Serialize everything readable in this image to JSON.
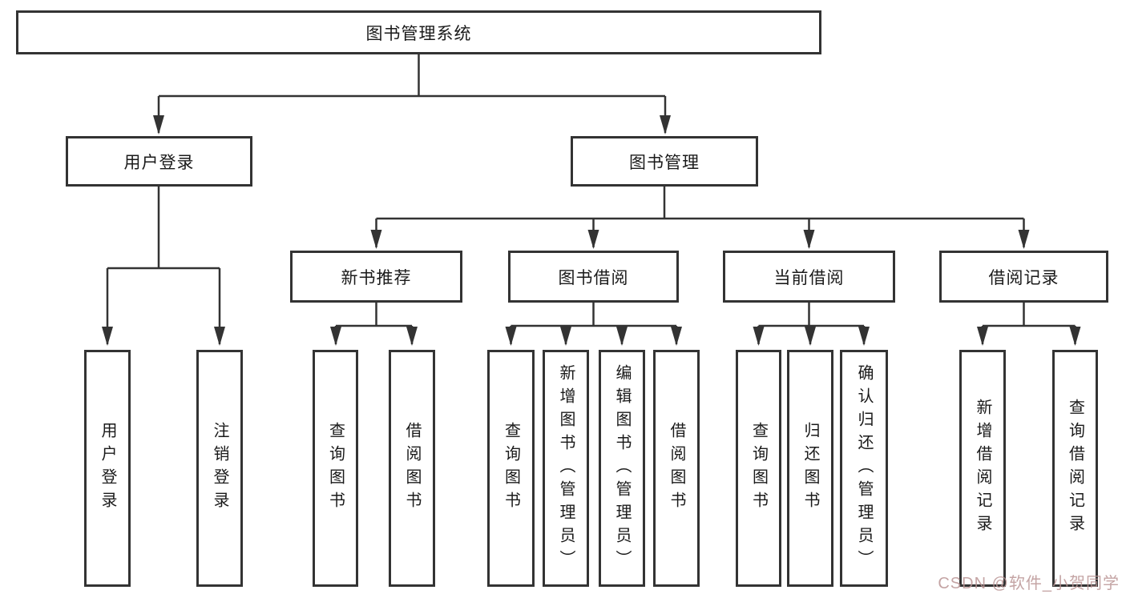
{
  "diagram": {
    "type": "function-tree",
    "root": {
      "label": "图书管理系统"
    },
    "level2": {
      "login": "用户登录",
      "manage": "图书管理"
    },
    "level3": [
      "新书推荐",
      "图书借阅",
      "当前借阅",
      "借阅记录"
    ],
    "leaves": {
      "login": [
        "用户登录",
        "注销登录"
      ],
      "recommend": [
        "查询图书",
        "借阅图书"
      ],
      "borrow": [
        "查询图书",
        "新增图书（管理员）",
        "编辑图书（管理员）",
        "借阅图书"
      ],
      "current": [
        "查询图书",
        "归还图书",
        "确认归还（管理员）"
      ],
      "records": [
        "新增借阅记录",
        "查询借阅记录"
      ]
    },
    "watermark": "CSDN @软件_小贺同学",
    "colors": {
      "line": "#333333",
      "text": "#1a1a1a",
      "background": "#ffffff",
      "watermark": "#ba9494"
    }
  }
}
